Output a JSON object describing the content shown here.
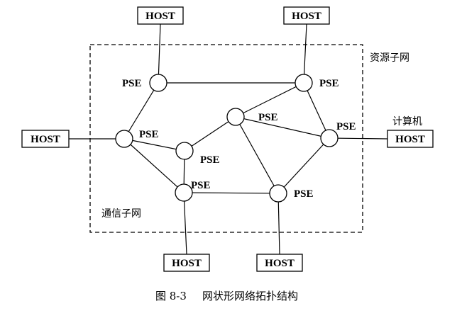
{
  "labels": {
    "resource_subnet": "资源子网",
    "communication_subnet": "通信子网",
    "computer": "计算机"
  },
  "caption": {
    "number": "图 8-3",
    "title": "网状形网络拓扑结构"
  },
  "hosts": [
    {
      "id": "host-top-left",
      "label": "HOST"
    },
    {
      "id": "host-top-right",
      "label": "HOST"
    },
    {
      "id": "host-left",
      "label": "HOST"
    },
    {
      "id": "host-right",
      "label": "HOST"
    },
    {
      "id": "host-bottom-left",
      "label": "HOST"
    },
    {
      "id": "host-bottom-right",
      "label": "HOST"
    }
  ],
  "pse_nodes": [
    {
      "id": "pse-top-left",
      "label": "PSE"
    },
    {
      "id": "pse-top-right",
      "label": "PSE"
    },
    {
      "id": "pse-center",
      "label": "PSE"
    },
    {
      "id": "pse-left",
      "label": "PSE"
    },
    {
      "id": "pse-inner",
      "label": "PSE"
    },
    {
      "id": "pse-right",
      "label": "PSE"
    },
    {
      "id": "pse-bottom-left",
      "label": "PSE"
    },
    {
      "id": "pse-bottom-right",
      "label": "PSE"
    }
  ],
  "links": [
    [
      "pse-top-left",
      "pse-top-right"
    ],
    [
      "pse-top-left",
      "pse-left"
    ],
    [
      "pse-top-right",
      "pse-center"
    ],
    [
      "pse-top-right",
      "pse-right"
    ],
    [
      "pse-center",
      "pse-inner"
    ],
    [
      "pse-center",
      "pse-right"
    ],
    [
      "pse-center",
      "pse-bottom-right"
    ],
    [
      "pse-left",
      "pse-inner"
    ],
    [
      "pse-left",
      "pse-bottom-left"
    ],
    [
      "pse-inner",
      "pse-bottom-left"
    ],
    [
      "pse-bottom-left",
      "pse-bottom-right"
    ],
    [
      "pse-right",
      "pse-bottom-right"
    ],
    [
      "host-top-left",
      "pse-top-left"
    ],
    [
      "host-top-right",
      "pse-top-right"
    ],
    [
      "host-left",
      "pse-left"
    ],
    [
      "host-right",
      "pse-right"
    ],
    [
      "host-bottom-left",
      "pse-bottom-left"
    ],
    [
      "host-bottom-right",
      "pse-bottom-right"
    ]
  ]
}
